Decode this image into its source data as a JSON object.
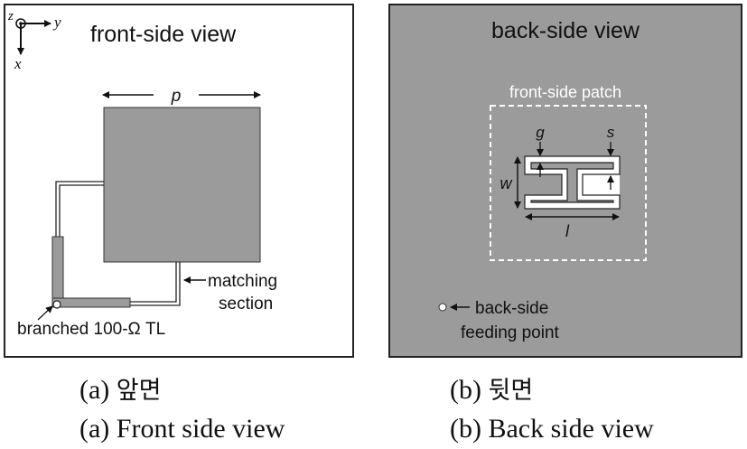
{
  "front_panel": {
    "title": "front-side view",
    "axis_x": "x",
    "axis_y": "y",
    "axis_z": "z",
    "dim_p": "p",
    "label_matching_1": "matching",
    "label_matching_2": "section",
    "label_tl": "branched 100-Ω TL"
  },
  "back_panel": {
    "title": "back-side view",
    "label_patch": "front-side patch",
    "dim_g": "g",
    "dim_s": "s",
    "dim_w": "w",
    "dim_l": "l",
    "label_feed_1": "back-side",
    "label_feed_2": "feeding point"
  },
  "captions": {
    "a_ko_prefix": "(a)",
    "a_ko": "앞면",
    "b_ko_prefix": "(b)",
    "b_ko": "뒷면",
    "a_en": "(a) Front side view",
    "b_en": "(b) Back side view"
  },
  "colors": {
    "patch": "#9b9b9b",
    "substrate_back": "#9b9b9b",
    "outline": "#222222",
    "slot": "#ffffff"
  }
}
